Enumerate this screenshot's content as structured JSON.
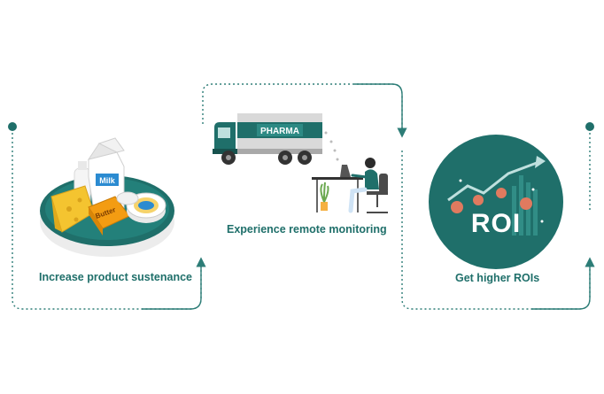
{
  "steps": [
    {
      "label": "Increase product sustenance",
      "icon": "dairy-products-icon"
    },
    {
      "label": "Experience remote monitoring",
      "icon": "truck-monitoring-icon"
    },
    {
      "label": "Get higher ROIs",
      "icon": "roi-growth-icon"
    }
  ],
  "illustration_text": {
    "milk": "Milk",
    "butter": "Butter",
    "truck": "PHARMA",
    "roi": "ROI"
  },
  "colors": {
    "teal": "#1f6f6a",
    "teal_dark": "#17524e",
    "connector": "#2d7d77",
    "cheese": "#f4c430",
    "butter": "#f39c12"
  }
}
